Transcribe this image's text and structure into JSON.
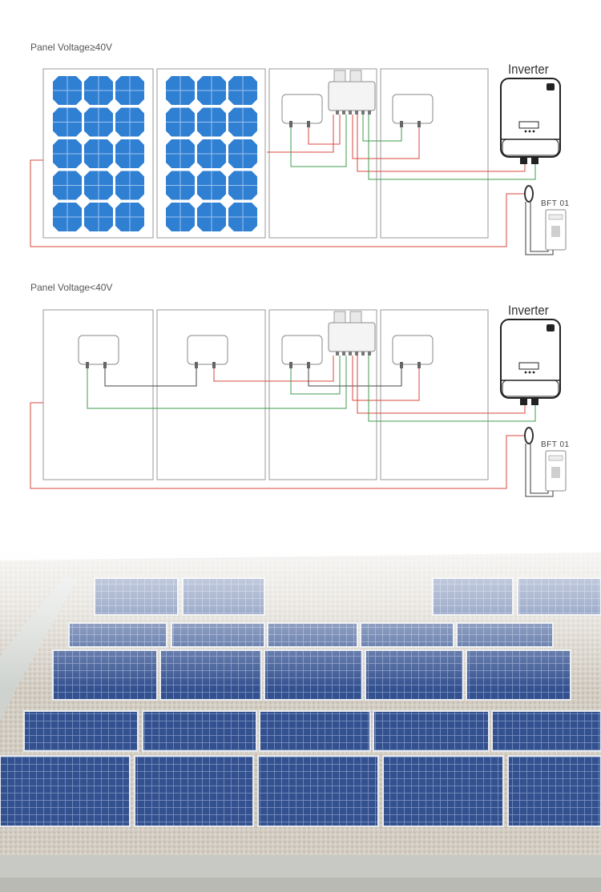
{
  "diagram_a": {
    "title": "Panel Voltage≥40V",
    "inverter_label": "Inverter",
    "device_label": "BFT 01"
  },
  "diagram_b": {
    "title": "Panel Voltage<40V",
    "inverter_label": "Inverter",
    "device_label": "BFT 01"
  },
  "colors": {
    "wire_red": "#d9473d",
    "wire_green": "#3f9b4e",
    "wire_black": "#444444",
    "panel_cell": "#2f7fd3",
    "frame": "#9a9a9a"
  }
}
